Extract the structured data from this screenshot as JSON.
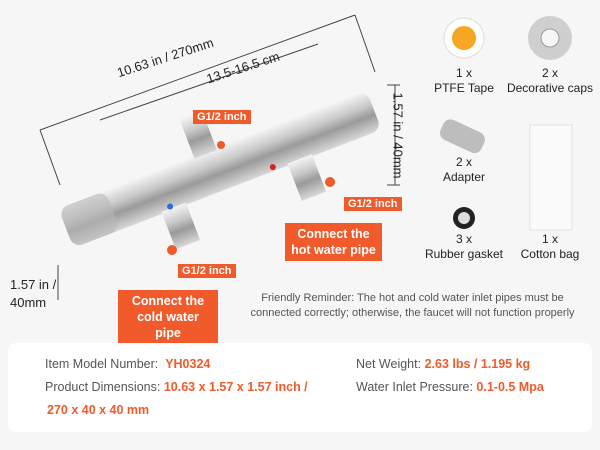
{
  "dimensions": {
    "length": "10.63 in / 270mm",
    "spacing": "13.5-16.5 cm",
    "height_right": "1.57 in / 40mm",
    "height_left": "1.57 in / 40mm"
  },
  "labels": {
    "g_top": "G1/2 inch",
    "g_right": "G1/2 inch",
    "g_left": "G1/2 inch",
    "hot": "Connect the hot water pipe",
    "cold": "Connect the cold water pipe"
  },
  "reminder": "Friendly Reminder: The hot and cold water inlet pipes must be connected correctly; otherwise, the faucet will not function properly",
  "accessories": [
    {
      "qty": "1 x",
      "name": "PTFE Tape"
    },
    {
      "qty": "2 x",
      "name": "Decorative caps"
    },
    {
      "qty": "2 x",
      "name": "Adapter"
    },
    {
      "qty": "3 x",
      "name": "Rubber gasket"
    },
    {
      "qty": "1 x",
      "name": "Cotton bag"
    }
  ],
  "specs": {
    "model_label": "Item Model Number:",
    "model_value": "YH0324",
    "dims_label": "Product Dimensions:",
    "dims_value": "10.63 x 1.57 x 1.57 inch /",
    "dims_value2": "270 x 40 x 40 mm",
    "weight_label": "Net Weight:",
    "weight_value": "2.63 lbs / 1.195 kg",
    "pressure_label": "Water Inlet Pressure:",
    "pressure_value": "0.1-0.5 Mpa"
  },
  "colors": {
    "accent": "#f15a2b"
  }
}
